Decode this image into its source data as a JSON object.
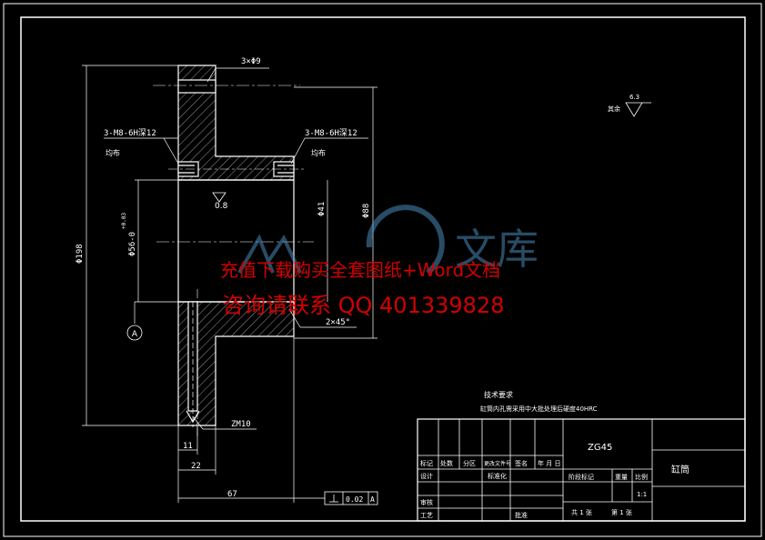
{
  "drawing": {
    "title": "缸筒",
    "material": "ZG45",
    "scale": "1:1",
    "sheet_total": "共 1 张",
    "sheet_current": "第 1 张",
    "tech_title": "技术要求",
    "tech_note": "缸筒内孔需采用中大批处理后硬度40HRC",
    "roughness_value": "6.3",
    "roughness_label": "其余"
  },
  "dimensions": {
    "holes_top": "3×Φ9",
    "thread_left": "3-M8-6H深12",
    "thread_left_note": "均布",
    "thread_right": "3-M8-6H深12",
    "thread_right_note": "均布",
    "d198": "Φ198",
    "d88": "Φ88",
    "d41": "Φ41",
    "d56": "Φ56-0",
    "d56_tol": "+0.03",
    "ra_inner": "0.8",
    "chamfer": "2×45°",
    "thread_bottom": "ZM10",
    "len_11": "11",
    "len_22": "22",
    "len_67": "67",
    "datum": "A",
    "tol_value": "0.02",
    "tol_datum": "A"
  },
  "title_block": {
    "r1": [
      "标记",
      "处数",
      "分区",
      "更改文件号",
      "签名",
      "年 月 日"
    ],
    "design": "设计",
    "standard": "标准化",
    "review": "审核",
    "process": "工艺",
    "approve": "批准",
    "stage_mark": "阶段标记",
    "weight": "重量",
    "scale_label": "比例"
  },
  "watermark": {
    "line1": "充值下载购买全套图纸+Word文档",
    "line2": "咨询请联系  QQ 401339828",
    "logo_text": "文库"
  },
  "colors": {
    "background": "#000000",
    "lines": "#ffffff",
    "watermark": "#d40000",
    "logo": "#4a8ab8"
  }
}
